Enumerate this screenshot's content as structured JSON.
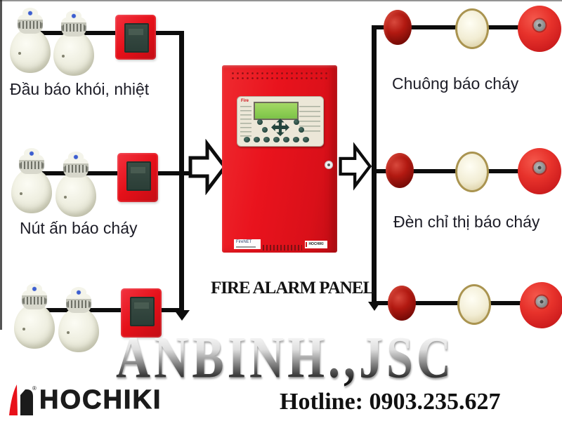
{
  "left_section": {
    "row1_label": "Đầu báo khói, nhiệt",
    "row2_label": "Nút ấn báo cháy"
  },
  "right_section": {
    "row1_label": "Chuông báo cháy",
    "row2_label": "Đèn chỉ thị báo cháy"
  },
  "panel": {
    "caption": "FIRE ALARM PANEL",
    "fascia_label": "Fire",
    "model_label": "FireNET",
    "brand_label": "HOCHIKI"
  },
  "footer": {
    "watermark": "ANBINH.,JSC",
    "brand": "HOCHIKI",
    "registered": "®",
    "hotline": "Hotline: 0903.235.627"
  },
  "devices": {
    "left": [
      "smoke-heat-detector",
      "smoke-heat-detector",
      "manual-call-point"
    ],
    "right": [
      "strobe-lamp",
      "indicator-lamp",
      "fire-bell"
    ]
  },
  "colors": {
    "wire_line": "#0c0c0c",
    "panel_red": "#e9131d",
    "callpoint_red": "#e51019",
    "bell_red": "#e7322b",
    "lcd_green": "#8ccd52",
    "label_text": "#1d1d27"
  }
}
